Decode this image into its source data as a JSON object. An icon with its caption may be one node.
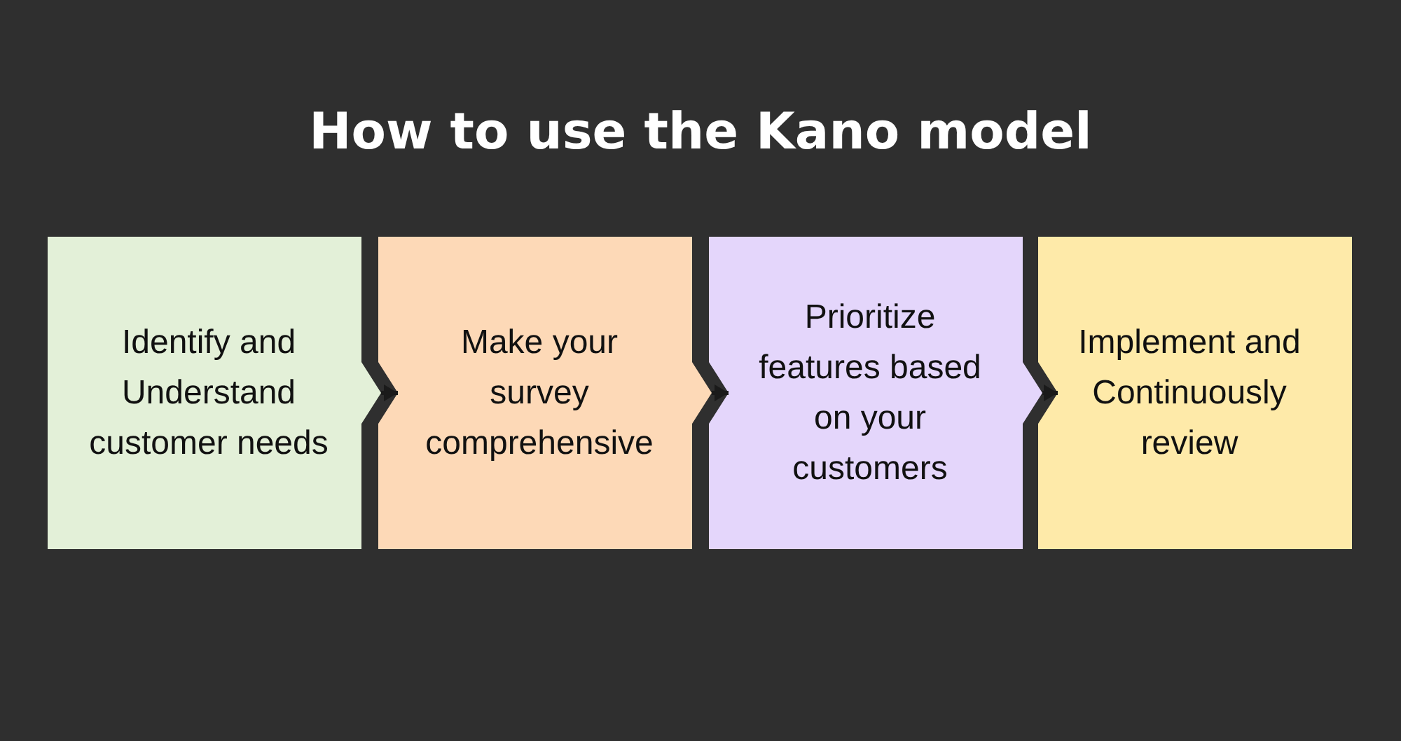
{
  "diagram": {
    "title": "How to use the Kano model",
    "nodes": [
      {
        "text": [
          "Identify and Understand customer needs"
        ]
      },
      {
        "text": [
          "Make your survey comprehensive"
        ]
      },
      {
        "text": [
          "Prioritize features based on your customers"
        ]
      },
      {
        "text": [
          "Implement and Continuously review"
        ]
      }
    ],
    "edges": [
      {
        "from": 0,
        "to": 1,
        "arrow": "to"
      },
      {
        "from": 1,
        "to": 2,
        "arrow": "to"
      },
      {
        "from": 2,
        "to": 3,
        "arrow": "to"
      }
    ]
  }
}
